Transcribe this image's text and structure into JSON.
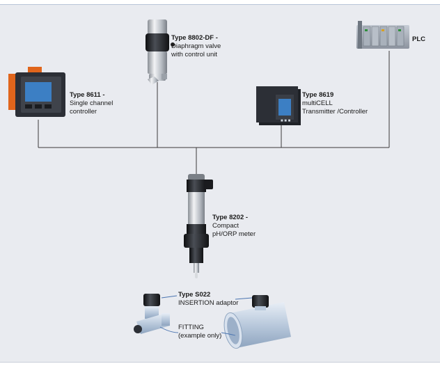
{
  "devices": {
    "type8802": {
      "title": "Type 8802-DF -",
      "line1": "Diaphragm valve",
      "line2": "with control unit"
    },
    "plc": {
      "title": "PLC"
    },
    "type8611": {
      "title": "Type 8611 -",
      "line1": "Single channel",
      "line2": "controller"
    },
    "type8619": {
      "title": "Type 8619",
      "line1": "multiCELL",
      "line2": "Transmitter /Controller"
    },
    "type8202": {
      "title": "Type 8202 -",
      "line1": "Compact",
      "line2": "pH/ORP meter"
    },
    "typeS022": {
      "title": "Type S022",
      "line1": "INSERTION adaptor"
    },
    "fitting": {
      "line1": "FITTING",
      "line2": "(example only)"
    }
  },
  "colors": {
    "background": "#e9ebf0",
    "bus_line": "#3a3a3a",
    "device_dark": "#2c2f36",
    "screen_blue": "#3c7fc4",
    "accent_orange": "#e0651c",
    "pipe_blue": "#b9c9dc"
  }
}
